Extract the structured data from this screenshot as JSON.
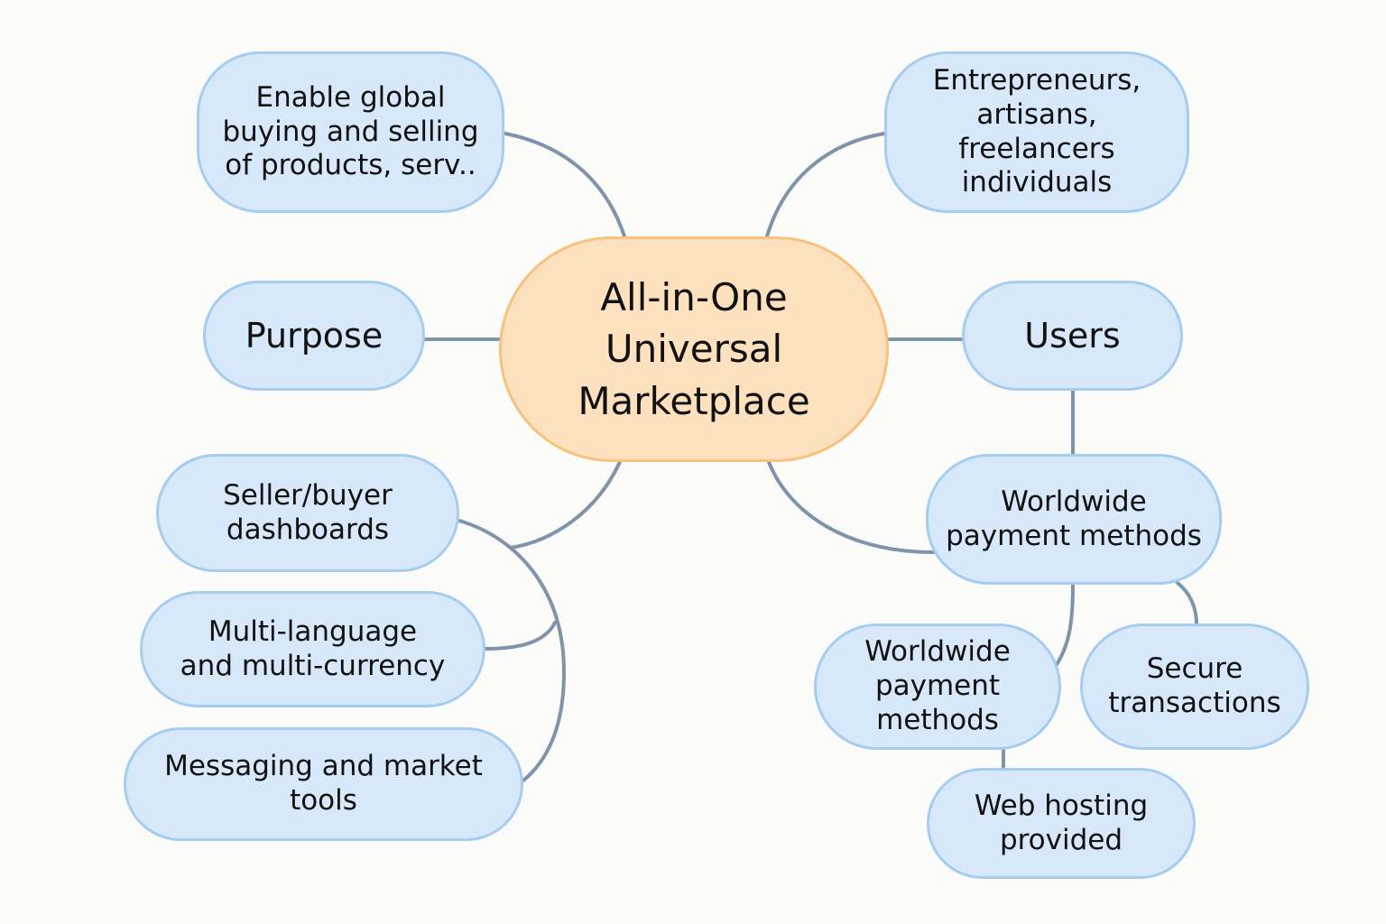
{
  "mind_map": {
    "central": "All-in-One\nUniversal\nMarketplace",
    "branches": {
      "purpose": "Purpose",
      "users": "Users"
    },
    "nodes": {
      "enable_global": "Enable global\nbuying and selling\nof products, serv..",
      "entrepreneurs": "Entrepreneurs,\nartisans, freelancers\nindividuals",
      "seller_buyer": "Seller/buyer\ndashboards",
      "multi_language": "Multi-language\nand multi-currency",
      "messaging": "Messaging and market\ntools",
      "worldwide_payment_top": "Worldwide\npayment methods",
      "worldwide_payment_bottom": "Worldwide\npayment methods",
      "secure": "Secure\ntransactions",
      "web_hosting": "Web hosting\nprovided"
    },
    "colors": {
      "background": "#fbfbf9",
      "central_fill": "#fde0bd",
      "central_border": "#f7c27e",
      "node_fill": "#d6e8f9",
      "node_border": "#a6cdf0",
      "connector": "#7f93aa"
    }
  }
}
